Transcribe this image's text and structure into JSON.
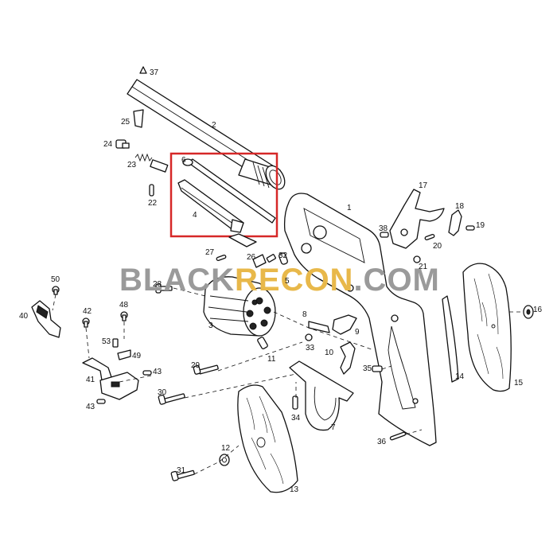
{
  "watermark": {
    "part1": "BLACK",
    "part2": "RECON",
    "part3": ".COM",
    "colors": {
      "part1": "#9a9a9a",
      "part2": "#e8b84a",
      "part3": "#9a9a9a"
    }
  },
  "highlight": {
    "color": "#d62828",
    "part_numbers": [
      "4",
      "6"
    ]
  },
  "labels": {
    "p1": "1",
    "p2": "2",
    "p3": "3",
    "p4": "4",
    "p5": "5",
    "p6": "6",
    "p7": "7",
    "p8": "8",
    "p9": "9",
    "p10": "10",
    "p11": "11",
    "p12": "12",
    "p13": "13",
    "p14": "14",
    "p15": "15",
    "p16": "16",
    "p17": "17",
    "p18": "18",
    "p19": "19",
    "p20": "20",
    "p21": "21",
    "p22": "22",
    "p23": "23",
    "p24": "24",
    "p25": "25",
    "p26": "26",
    "p27": "27",
    "p28": "28",
    "p29": "29",
    "p30": "30",
    "p31": "31",
    "p32": "32",
    "p33": "33",
    "p34": "34",
    "p35": "35",
    "p36": "36",
    "p37": "37",
    "p38": "38",
    "p40": "40",
    "p41": "41",
    "p42": "42",
    "p43a": "43",
    "p43b": "43",
    "p48": "48",
    "p49": "49",
    "p50": "50",
    "p53": "53"
  }
}
